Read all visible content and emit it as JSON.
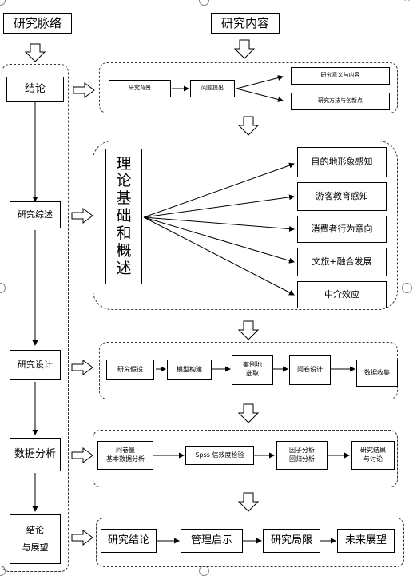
{
  "headers": {
    "left": "研究脉络",
    "right": "研究内容"
  },
  "left_chain": [
    "结论",
    "研究综述",
    "研究设计",
    "数据分析",
    "结论\n与展望"
  ],
  "row1": {
    "start": "研究背景",
    "middle": "问题提出",
    "out1": "研究意义与内容",
    "out2": "研究方法与创新点"
  },
  "row2": {
    "center": "理论基础和概述",
    "targets": [
      "目的地形象感知",
      "游客教育感知",
      "消费者行为意向",
      "文旅+融合发展",
      "中介效应"
    ]
  },
  "row3": {
    "steps": [
      "研究假设",
      "模型构建",
      "案例地\n选取",
      "问卷设计",
      "数据收集"
    ]
  },
  "row4": {
    "steps": [
      "问卷量\n基本数据分析",
      "Spss 信效度检验",
      "因子分析\n回归分析",
      "研究结果\n与讨论"
    ]
  },
  "row5": {
    "steps": [
      "研究结论",
      "管理启示",
      "研究局限",
      "未来展望"
    ]
  }
}
